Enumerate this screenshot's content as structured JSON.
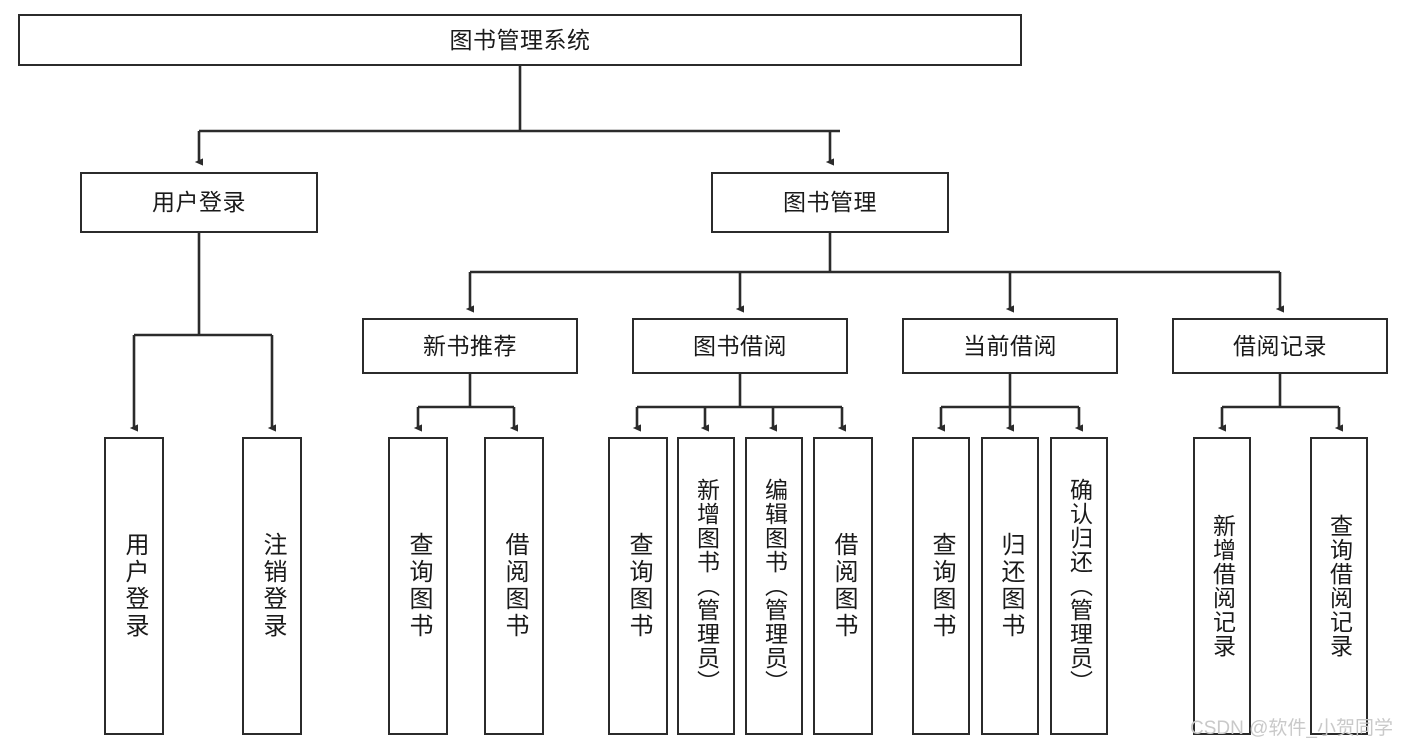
{
  "diagram": {
    "type": "tree",
    "title": "图书管理系统",
    "root": {
      "label": "图书管理系统"
    },
    "level2": [
      {
        "label": "用户登录"
      },
      {
        "label": "图书管理"
      }
    ],
    "level3": [
      {
        "label": "新书推荐"
      },
      {
        "label": "图书借阅"
      },
      {
        "label": "当前借阅"
      },
      {
        "label": "借阅记录"
      }
    ],
    "leaves": {
      "user_login": [
        {
          "label": "用户登录"
        },
        {
          "label": "注销登录"
        }
      ],
      "new_book_recommend": [
        {
          "label": "查询图书"
        },
        {
          "label": "借阅图书"
        }
      ],
      "book_borrow": [
        {
          "label": "查询图书"
        },
        {
          "label": "新增图书（管理员）"
        },
        {
          "label": "编辑图书（管理员）"
        },
        {
          "label": "借阅图书"
        }
      ],
      "current_borrow": [
        {
          "label": "查询图书"
        },
        {
          "label": "归还图书"
        },
        {
          "label": "确认归还（管理员）"
        }
      ],
      "borrow_records": [
        {
          "label": "新增借阅记录"
        },
        {
          "label": "查询借阅记录"
        }
      ]
    },
    "watermark": "CSDN @软件_小贺同学",
    "colors": {
      "border": "#2b2b2b",
      "background": "#ffffff",
      "text": "#1a1a1a",
      "watermark": "#c9c9c9"
    }
  }
}
